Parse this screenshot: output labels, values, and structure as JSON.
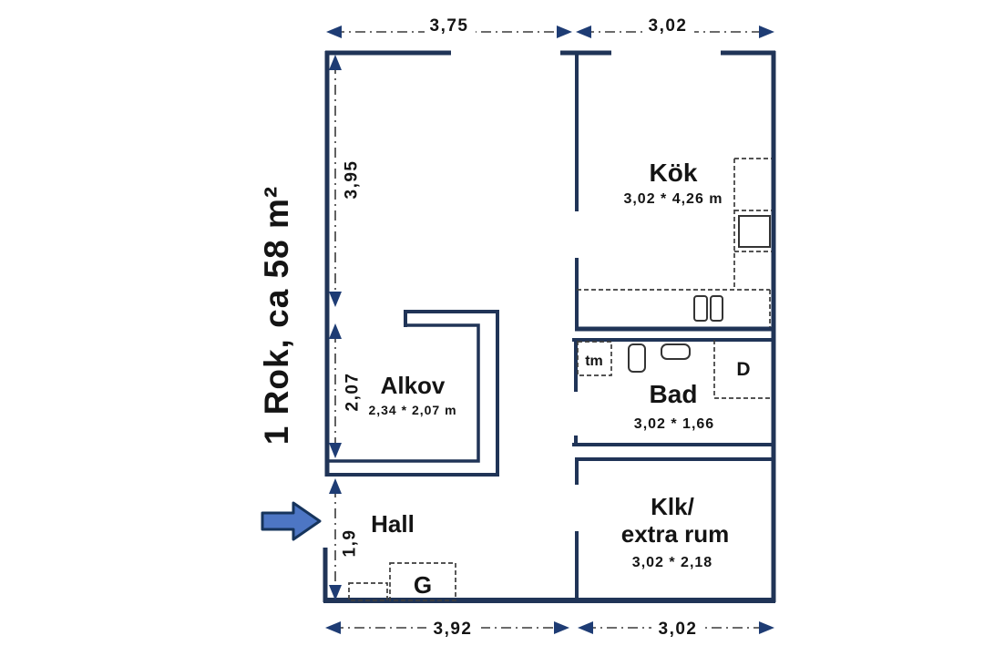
{
  "title": "1 Rok, ca 58 m²",
  "rooms": {
    "kok": {
      "name": "Kök",
      "dims": "3,02 * 4,26 m"
    },
    "alkov": {
      "name": "Alkov",
      "dims": "2,34 * 2,07 m"
    },
    "bad": {
      "name": "Bad",
      "dims": "3,02 * 1,66"
    },
    "klk": {
      "name_line1": "Klk/",
      "name_line2": "extra rum",
      "dims": "3,02 * 2,18"
    },
    "hall": {
      "name": "Hall"
    }
  },
  "fixtures": {
    "washing_machine": "tm",
    "shower": "D",
    "wardrobe": "G"
  },
  "dimensions": {
    "top": [
      {
        "label": "3,75"
      },
      {
        "label": "3,02"
      }
    ],
    "left": [
      {
        "label": "3,95"
      },
      {
        "label": "2,07"
      },
      {
        "label": "1,9"
      }
    ],
    "bottom": [
      {
        "label": "3,92"
      },
      {
        "label": "3,02"
      }
    ]
  },
  "colors": {
    "wall": "#203457",
    "dimension_line": "#3a3a3a",
    "dimension_arrow": "#1e3c74",
    "text": "#141414",
    "entry_arrow_fill": "#4d76c4",
    "entry_arrow_border": "#16345c",
    "background": "#ffffff"
  }
}
